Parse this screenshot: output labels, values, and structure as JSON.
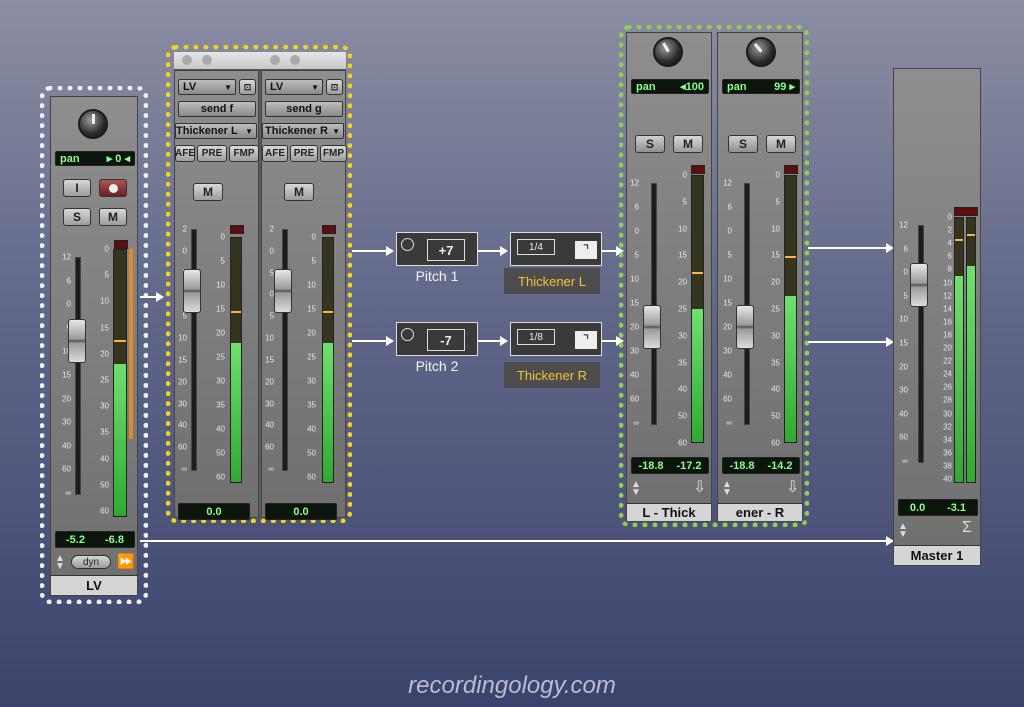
{
  "lv_strip": {
    "pan_label": "pan",
    "pan_value": "0",
    "input_btn": "I",
    "rec_btn": "",
    "solo": "S",
    "mute": "M",
    "scale_left": [
      "12",
      "6",
      "0",
      "5",
      "10",
      "15",
      "20",
      "30",
      "40",
      "60",
      "∞"
    ],
    "scale_meter": [
      "0",
      "5",
      "10",
      "15",
      "20",
      "25",
      "30",
      "35",
      "40",
      "50",
      "60"
    ],
    "level_left": "-5.2",
    "level_right": "-6.8",
    "dyn": "dyn",
    "name": "LV",
    "meter_level": 0.57
  },
  "sends": [
    {
      "track": "LV",
      "send": "send f",
      "dest": "Thickener L",
      "buttons": [
        "AFE",
        "PRE",
        "FMP"
      ],
      "mute": "M",
      "value": "0.0",
      "meter_level": 0.57
    },
    {
      "track": "LV",
      "send": "send g",
      "dest": "Thickener R",
      "buttons": [
        "AFE",
        "PRE",
        "FMP"
      ],
      "mute": "M",
      "value": "0.0",
      "meter_level": 0.57
    }
  ],
  "send_scale_left": [
    "2",
    "0",
    "5",
    "0",
    "5",
    "10",
    "15",
    "20",
    "30",
    "40",
    "60",
    "∞"
  ],
  "send_scale_right": [
    "2",
    "0",
    "5",
    "0",
    "5",
    "10",
    "15",
    "20",
    "30",
    "40",
    "60",
    "∞"
  ],
  "send_scale_meter": [
    "0",
    "5",
    "10",
    "15",
    "20",
    "25",
    "30",
    "35",
    "40",
    "50",
    "60"
  ],
  "plugins": [
    {
      "name": "Pitch 1",
      "value": "+7",
      "thickener_ratio": "1/4",
      "thickener_label": "Thickener L"
    },
    {
      "name": "Pitch 2",
      "value": "-7",
      "thickener_ratio": "1/8",
      "thickener_label": "Thickener R"
    }
  ],
  "aux_strips": [
    {
      "pan_label": "pan",
      "pan_value": "100",
      "solo": "S",
      "mute": "M",
      "level_left": "-18.8",
      "level_right": "-17.2",
      "name": "L - Thick",
      "meter_level": 0.5
    },
    {
      "pan_label": "pan",
      "pan_value": "99",
      "solo": "S",
      "mute": "M",
      "level_left": "-18.8",
      "level_right": "-14.2",
      "name": "ener - R",
      "meter_level": 0.55
    }
  ],
  "aux_scale_left": [
    "12",
    "6",
    "0",
    "5",
    "10",
    "15",
    "20",
    "30",
    "40",
    "60",
    "∞"
  ],
  "aux_scale_meter": [
    "0",
    "5",
    "10",
    "15",
    "20",
    "25",
    "30",
    "35",
    "40",
    "50",
    "60"
  ],
  "master": {
    "level_left": "0.0",
    "level_right": "-3.1",
    "name": "Master 1",
    "sigma": "Σ",
    "scale_left": [
      "12",
      "6",
      "0",
      "5",
      "10",
      "15",
      "20",
      "30",
      "40",
      "60",
      "∞"
    ],
    "scale_meter": [
      "0",
      "2",
      "4",
      "6",
      "8",
      "10",
      "12",
      "14",
      "16",
      "18",
      "20",
      "22",
      "24",
      "26",
      "28",
      "30",
      "32",
      "34",
      "36",
      "38",
      "40"
    ],
    "meter_left": 0.78,
    "meter_right": 0.82
  },
  "colors": {
    "lv_box": "#ffffff",
    "sends_box": "#f2d21c",
    "aux_box": "#8fd14a",
    "thickener_text": "#f2c23a"
  },
  "watermark": "recordingology.com"
}
